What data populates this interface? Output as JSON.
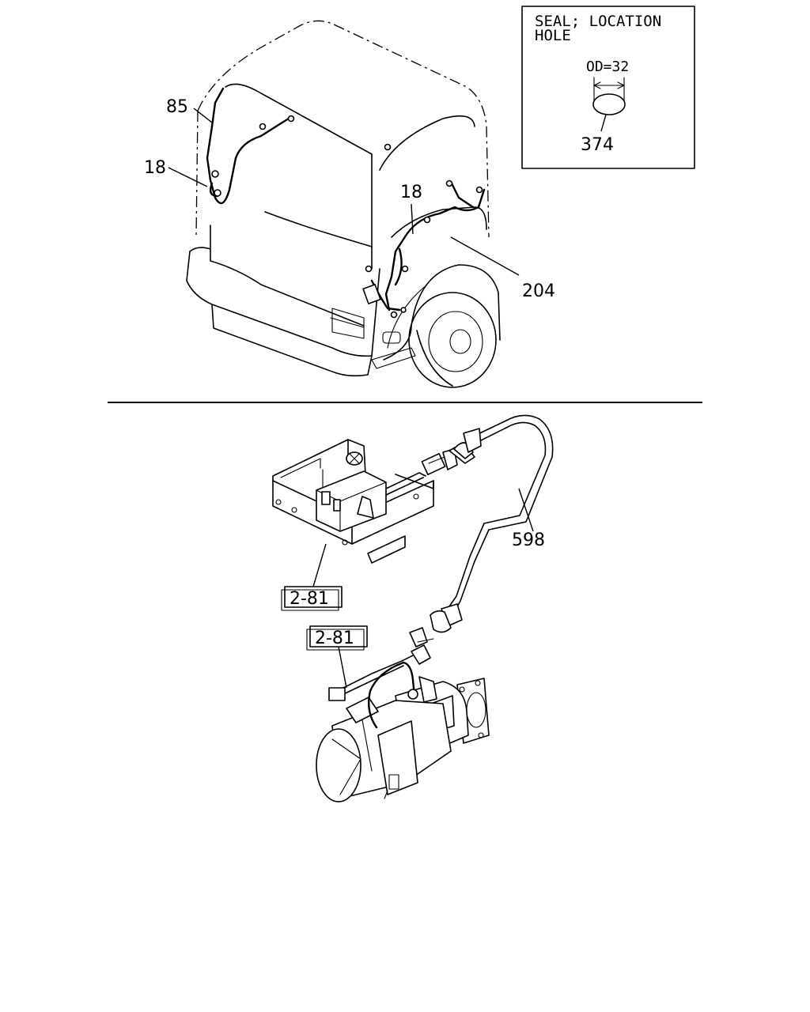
{
  "callouts": {
    "harness_85": "85",
    "harness_18_left": "18",
    "harness_18_right": "18",
    "harness_204": "204",
    "seal_374": "374",
    "cable_598": "598",
    "ref_2_81_upper": "2-81",
    "ref_2_81_lower": "2-81"
  },
  "seal_box": {
    "title_line1": "SEAL; LOCATION",
    "title_line2": "HOLE",
    "dimension": "OD=32"
  }
}
